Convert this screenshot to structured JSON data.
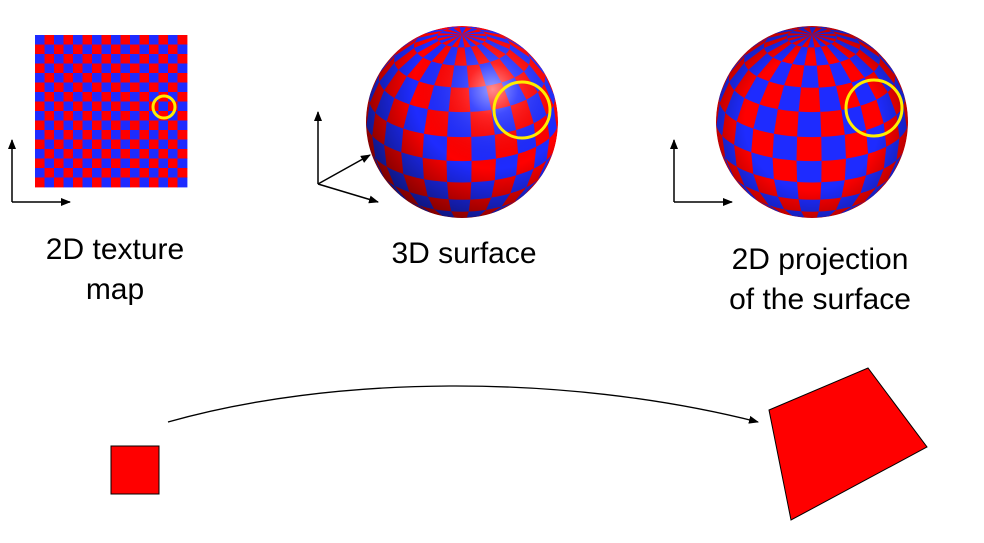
{
  "colors": {
    "red": "#ff0000",
    "blue": "#1e2bff",
    "highlight": "#ffee00",
    "axis": "#000000",
    "outline": "#000000"
  },
  "captions": {
    "texture_map": [
      "2D texture",
      "map"
    ],
    "surface": "3D surface",
    "projection": [
      "2D projection",
      "of the surface"
    ]
  },
  "icons": [
    "axes-2d-icon",
    "axes-3d-icon",
    "highlight-circle-icon",
    "mapping-arrow-icon"
  ]
}
